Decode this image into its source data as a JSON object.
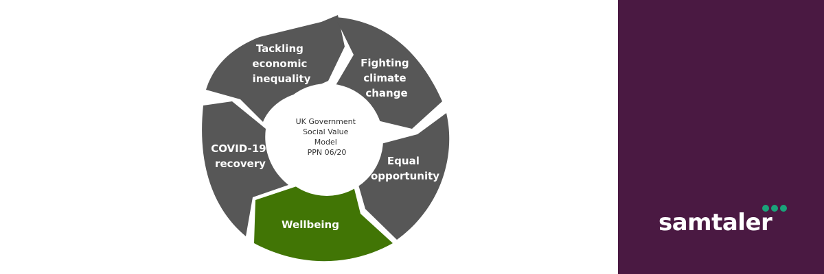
{
  "diagram": {
    "center_lines": [
      "UK Government",
      "Social Value",
      "Model",
      "PPN 06/20"
    ],
    "segments": [
      {
        "id": "tackling",
        "lines": [
          "Tackling",
          "economic",
          "inequality"
        ],
        "color": "#575757"
      },
      {
        "id": "climate",
        "lines": [
          "Fighting",
          "climate",
          "change"
        ],
        "color": "#575757"
      },
      {
        "id": "equal",
        "lines": [
          "Equal",
          "opportunity"
        ],
        "color": "#575757"
      },
      {
        "id": "wellbeing",
        "lines": [
          "Wellbeing"
        ],
        "color": "#417505"
      },
      {
        "id": "covid",
        "lines": [
          "COVID-19",
          "recovery"
        ],
        "color": "#575757"
      }
    ]
  },
  "brand": {
    "name": "samtaler",
    "panel_color": "#4a1942",
    "dot_colors": [
      "#1aa37a",
      "#1aa37a",
      "#1aa37a"
    ]
  }
}
